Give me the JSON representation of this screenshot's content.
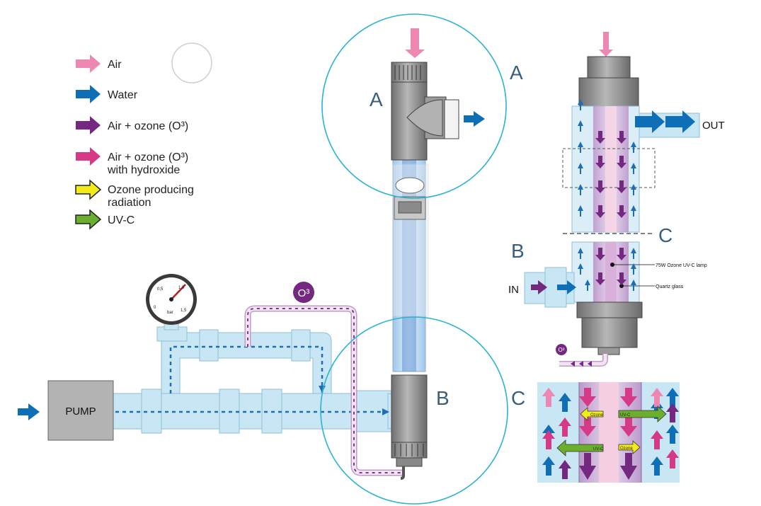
{
  "legend": {
    "items": [
      {
        "label": "Air",
        "color": "#ef87b3"
      },
      {
        "label": "Water",
        "color": "#0e6fb7"
      },
      {
        "label": "Air + ozone (O³)",
        "color": "#74287f"
      },
      {
        "label_line1": "Air + ozone (O³)",
        "label_line2": "with hydroxide",
        "color": "#d63a86"
      },
      {
        "label_line1": "Ozone producing",
        "label_line2": "radiation",
        "color": "#f3ec1a"
      },
      {
        "label": "UV-C",
        "color": "#6cae2e"
      }
    ]
  },
  "diagram": {
    "pump_label": "PUMP",
    "o3_bubble": "O³",
    "gauge": {
      "ticks": [
        "0,5",
        "1,0",
        "1,5",
        "0"
      ],
      "unit": "bar"
    },
    "zone_a": "A",
    "zone_b": "B",
    "zone_c": "C"
  },
  "detail_a": {
    "letter": "A",
    "out_label": "OUT"
  },
  "detail_b": {
    "letter": "B",
    "letter_c": "C",
    "in_label": "IN",
    "lamp_label": "75W Ozone UV-C lamp",
    "glass_label": "Quartz glass",
    "o2_bubble": "O²"
  },
  "detail_c": {
    "letter": "C",
    "ozone_labels": [
      "Ozone",
      "Ozone"
    ],
    "uvc_labels": [
      "UV-C",
      "UV-C"
    ]
  },
  "colors": {
    "water_pipe": "#c9e6f5",
    "pipe_outline": "#8fbfd8",
    "grey_body": "#8a8a8a",
    "circle_stroke": "#2bb3d1",
    "ozone_pipe": "#eedcf0"
  }
}
